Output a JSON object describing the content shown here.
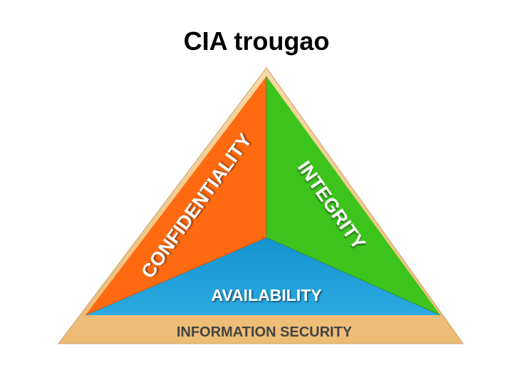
{
  "slide": {
    "title": "CIA trougao"
  },
  "diagram": {
    "labels": {
      "confidentiality": "CONFIDENTIALITY",
      "integrity": "INTEGRITY",
      "availability": "AVAILABILITY",
      "base": "INFORMATION SECURITY"
    },
    "colors": {
      "confidentiality": "#ff6a10",
      "integrity": "#3dc41c",
      "availability": "#1aa0d8",
      "base": "#f4c989",
      "label_text": "#ffffff",
      "base_text": "#444444",
      "outline": "#b98a4a"
    }
  }
}
